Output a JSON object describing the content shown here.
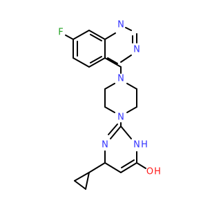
{
  "molecule": {
    "colors": {
      "bond": "#000000",
      "nitrogen": "#3333ff",
      "oxygen": "#ff1a1a",
      "fluorine": "#21a121",
      "background": "#ffffff"
    },
    "atoms": {
      "fluorine": "F",
      "quinazoline_n1": "N",
      "quinazoline_n3": "N",
      "piperazine_n_top": "N",
      "piperazine_n_bottom": "N",
      "pyrimidine_n_left": "N",
      "pyrimidine_nh_n": "N",
      "pyrimidine_nh_h": "H",
      "hydroxyl_o": "O",
      "hydroxyl_h": "H"
    }
  }
}
